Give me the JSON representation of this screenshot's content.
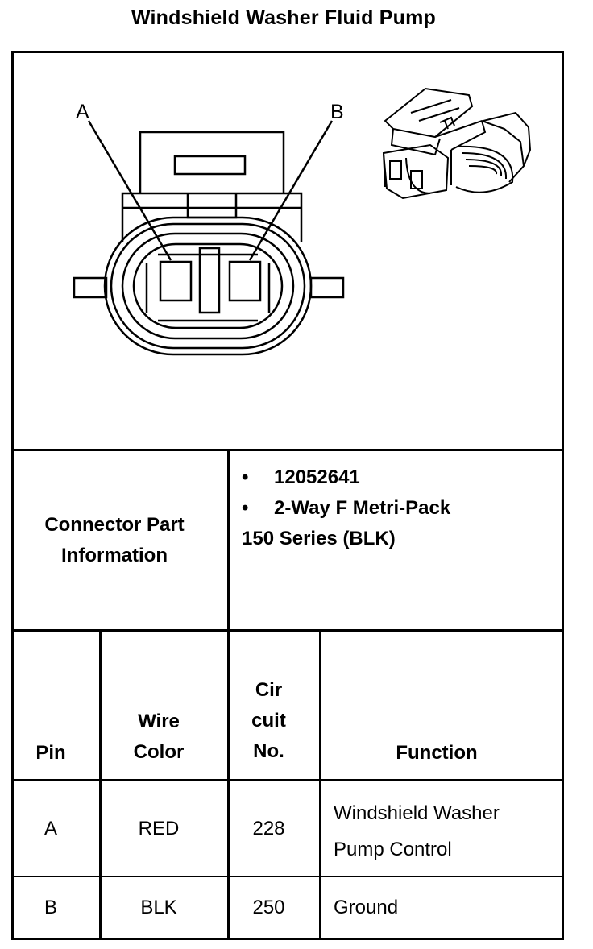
{
  "title": "Windshield Washer Fluid Pump",
  "diagram": {
    "label_a": "A",
    "label_b": "B"
  },
  "connector_info": {
    "heading": "Connector Part Information",
    "heading_line1": "Connector Part",
    "heading_line2": "Information",
    "bullet_symbol": "•",
    "bullet1": "12052641",
    "bullet2": "2-Way F Metri-Pack",
    "continuation": "150 Series (BLK)"
  },
  "table": {
    "headers": {
      "pin": "Pin",
      "wire_color_line1": "Wire",
      "wire_color_line2": "Color",
      "circuit_line1": "Cir",
      "circuit_line2": "cuit",
      "circuit_line3": "No.",
      "function": "Function"
    },
    "rows": [
      {
        "pin": "A",
        "wire_color": "RED",
        "circuit": "228",
        "function_line1": "Windshield Washer",
        "function_line2": "Pump Control"
      },
      {
        "pin": "B",
        "wire_color": "BLK",
        "circuit": "250",
        "function_line1": "Ground",
        "function_line2": ""
      }
    ]
  }
}
